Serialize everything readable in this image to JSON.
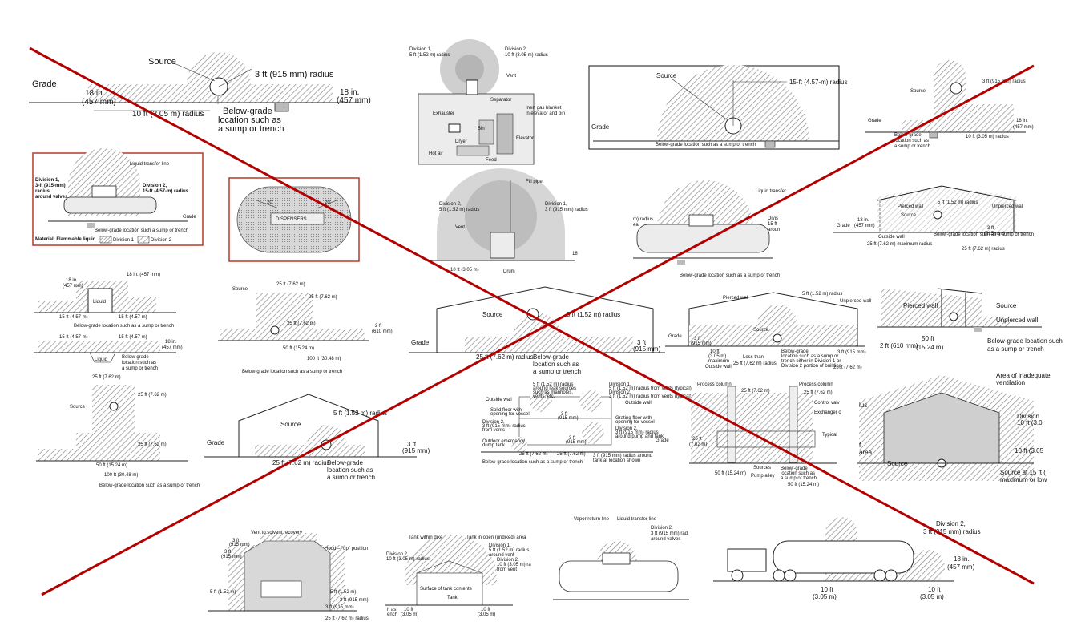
{
  "colors": {
    "cross": "#b30000",
    "hatch": "#9a9a9a",
    "shade": "#cfcfcf",
    "frame": "#b23a2a"
  },
  "p1": {
    "grade": "Grade",
    "source": "Source",
    "radius3": "3 ft (915 mm) radius",
    "h18a": "18 in.",
    "h18b": "(457 mm)",
    "r10": "10 ft (3.05 m) radius",
    "sump1": "Below-grade",
    "sump2": "location such as",
    "sump3": "a sump or trench",
    "h18c": "18 in.",
    "h18d": "(457 mm)"
  },
  "p2": {
    "div1": "Division 1,",
    "div1b": "5 ft (1.52 m) radius",
    "div2": "Division 2,",
    "div2b": "10 ft (3.05 m) radius",
    "vent": "Vent",
    "separator": "Separator",
    "exhauster": "Exhauster",
    "inert": "Inert gas blanket",
    "inert2": "in elevator and bin",
    "bin": "Bin",
    "elevator": "Elevator",
    "dryer": "Dryer",
    "hotair": "Hot air",
    "feed": "Feed"
  },
  "p3": {
    "source": "Source",
    "radius15": "15-ft (4.57-m) radius",
    "grade": "Grade",
    "sump": "Below-grade location such as a sump or trench"
  },
  "p4": {
    "source": "Source",
    "radius": "3 ft (915 mm) radius",
    "grade": "Grade",
    "h18": "18 in.",
    "h457": "(457 mm)",
    "r10": "10 ft (3.05 m) radius",
    "sump1": "Below-grade",
    "sump2": "location such as",
    "sump3": "a sump or trench"
  },
  "p5": {
    "liquid": "Liquid transfer line",
    "div1": "Division 1,",
    "div1b": "3-ft (915-mm)",
    "div1c": "radius",
    "div1d": "around valves",
    "div2": "Division 2,",
    "div2b": "15-ft (4.57-m) radius",
    "grade": "Grade",
    "sump": "Below-grade location such a sump or trench",
    "material": "Material: Flammable liquid",
    "legend1": "Division 1",
    "legend2": "Division 2"
  },
  "p6": {
    "d20a": "20'",
    "d20b": "20'",
    "dispensers": "DISPENSERS"
  },
  "p7": {
    "fill": "Fill pipe",
    "div2": "Division 2,",
    "div2b": "5 ft (1.52 m) radius",
    "div1": "Division 1,",
    "div1b": "3 ft (915 mm) radius",
    "vent": "Vent",
    "r10": "10 ft (3.05 m)",
    "drum": "Drum",
    "h18": "18"
  },
  "p8": {
    "liquid": "Liquid transfer",
    "radius": "m) radius",
    "area": "ea",
    "divn": "Divis",
    "divn2": "15 ft",
    "divn3": "aroun",
    "sump": "Below-grade location such as a sump or trench"
  },
  "p9": {
    "pierced": "Pierced wall",
    "radius5": "5 ft (1.52 m) radius",
    "unpierced": "Unpierced wall",
    "source": "Source",
    "grade": "Grade",
    "h18": "18 in.",
    "h457": "(457 mm)",
    "outside": "Outside wall",
    "r25": "25 ft (7.62 m) maximum radius",
    "sump": "Below-grade location such as a sump or trench",
    "h3": "3 ft",
    "h915": "(915 mm)",
    "r25b": "25 ft (7.62 m) radius"
  },
  "p10": {
    "top": "18 in. (457 mm)",
    "h18": "18 in.",
    "h457": "(457 mm)",
    "liquid": "Liquid",
    "w15a": "15 ft (4.57 m)",
    "w15b": "15 ft (4.57 m)",
    "sump": "Below-grade location such as a sump or trench",
    "w15c": "15 ft (4.57 m)",
    "w15d": "15 ft (4.57 m)",
    "liquid2": "Liquid",
    "sump2a": "Below-grade",
    "sump2b": "location such as",
    "sump2c": "a sump or trench",
    "h18b": "18 in.",
    "h457b": "(457 mm)"
  },
  "p11": {
    "source": "Source",
    "w25": "25 ft (7.62 m)",
    "h25a": "25 ft (7.62 m)",
    "h25b": "25 ft (7.62 m)",
    "h2": "2 ft",
    "h610": "(610 mm)",
    "w50": "50 ft (15.24 m)",
    "w100": "100 ft (30.48 m)",
    "sump": "Below-grade location such as a sump or trench"
  },
  "p12": {
    "source": "Source",
    "radius5": "5 ft (1.52 m) radius",
    "grade": "Grade",
    "r25": "25 ft (7.62 m) radius",
    "sump1": "Below-grade",
    "sump2": "location such as",
    "sump3": "a sump or trench",
    "h3": "3 ft",
    "h915": "(915 mm)"
  },
  "p13": {
    "pierced": "Pierced wall",
    "radius5": "5 ft (1.52 m) radius",
    "unpierced": "Unpierced wall",
    "grade": "Grade",
    "h3": "3 ft",
    "h915": "(915 mm)",
    "source": "Source",
    "h10": "10 ft",
    "h305": "(3.05 m)",
    "max": "maximum",
    "lessthan": "Less than",
    "r25": "25 ft (7.62 m) radius",
    "outside": "Outside wall",
    "sumpA": "Below-grade",
    "sumpB": "location such as a sump or",
    "sumpC": "trench either in Division 1 or",
    "sumpD": "Division 2 portion of building",
    "h3b": "3 ft (915 mm)",
    "r25b": "25 ft (7.62 m)"
  },
  "p14": {
    "pierced": "Pierced wall",
    "source": "Source",
    "unpierced": "Unpierced wall",
    "h2": "2 ft (610 mm)",
    "w50": "50 ft",
    "w1524": "(15.24 m)",
    "sump1": "Below-grade location such",
    "sump2": "as a sump or trench"
  },
  "p15": {
    "w25": "25 ft (7.62 m)",
    "h25a": "25 ft (7.62 m)",
    "source": "Source",
    "h25b": "25 ft (7.62 m)",
    "w50": "50 ft (15.24 m)",
    "w100": "100 ft (30.48 m)",
    "sump": "Below-grade location such as a sump or trench"
  },
  "p16": {
    "a1": "5 ft (1.52 m) radius",
    "a2": "around leak sources",
    "a3": "such as manholes,",
    "a4": "vents, etc.",
    "b1": "Division 1,",
    "b2": "5 ft (1.52 m) radius from vents (typical)",
    "c1": "Division 2,",
    "c2": "3 ft (1.52 m) radius from vents (typical)",
    "outside": "Outside wall",
    "outside2": "Outside wall",
    "solid1": "Solid floor with",
    "solid2": "opening for vessel",
    "grating1": "Grating floor with",
    "grating2": "opening for vessel",
    "d2a": "Division 2,",
    "d2b": "3 ft (915 mm) radius",
    "d2c": "from vents",
    "h3a": "3 ft",
    "h3b": "(915 mm)",
    "h3c": "3 ft",
    "h3d": "(915 mm)",
    "d2e": "Division 2,",
    "d2f": "3 ft (915 mm) radius",
    "d2g": "around pump and tank",
    "outdoor1": "Outdoor emergency",
    "outdoor2": "dump tank",
    "grade": "Grade",
    "w25a": "25 ft (7.62 m)",
    "w25b": "25 ft (7.62 m)",
    "sump": "Below-grade location such as a sump or trench",
    "bottom1": "3 ft (915 mm) radius around",
    "bottom2": "tank at location shown"
  },
  "p17": {
    "pc1": "Process column",
    "pc2": "Process column",
    "w25a": "25 ft (7.62 m)",
    "w25b": "25 ft (7.62 m)",
    "control": "Control valv",
    "exchanger": "Exchanger o",
    "typical": "Typical",
    "h25": "25 ft",
    "h762": "(7.62 m)",
    "w50a": "50 ft (15.24 m)",
    "sources": "Sources",
    "pump": "Pump alley",
    "sumpA": "Below-grade",
    "sumpB": "location such as",
    "sumpC": "a sump or trench",
    "w50b": "50 ft (15.24 m)"
  },
  "p18": {
    "area1": "Area of inadequate",
    "area2": "ventilation",
    "us": "lus",
    "div1": "Division",
    "div2": "10 ft (3.0",
    "f": "f",
    "areaL": "area",
    "r10": "10 ft (3.05",
    "source": "Source",
    "bottom1": "Source at 15 ft (",
    "bottom2": "maximum or low"
  },
  "p19": {
    "vent": "Vent to solvent recovery",
    "hood": "Hood – \"up\" position",
    "h3a": "3 ft",
    "h915a": "(915 mm)",
    "h3b": "3 ft",
    "h915b": "(915 mm)",
    "l5": "5 ft (1.52 m)",
    "r5": "5 ft (1.52 m)",
    "r3": "3 ft (915 mm)",
    "r3b": "3 ft (915 mm)",
    "r25": "25 ft (7.62 m) radius"
  },
  "p20": {
    "dike": "Tank within dike",
    "open": "Tank in open (undiked) area",
    "d1a": "Division 1,",
    "d1b": "5 ft (1.52 m) radius,",
    "d1c": "around vent",
    "d2a": "Division 2,",
    "d2b": "10 ft (3.05 m) radius",
    "d2c": "Division 2,",
    "d2d": "10 ft (3.05 m) ra",
    "d2e": "from vent",
    "surface": "Surface of tank contents",
    "tank": "Tank",
    "h10a": "10 ft",
    "h305a": "(3.05 m)",
    "h10b": "10 ft",
    "h305b": "(3.05 m)",
    "ha": "h as",
    "hb": "ench"
  },
  "p21": {
    "vapor": "Vapor return line",
    "liquid": "Liquid transfer line",
    "d2a": "Division 2,",
    "d2b": "3 ft (915 mm) radi",
    "d2c": "around valves"
  },
  "p22": {
    "d2a": "Division 2,",
    "d2b": "3 ft (915 mm) radius",
    "h18": "18 in.",
    "h457": "(457 mm)",
    "w10a": "10 ft",
    "w305a": "(3.05 m)",
    "w10b": "10 ft",
    "w305b": "(3.05 m)"
  }
}
